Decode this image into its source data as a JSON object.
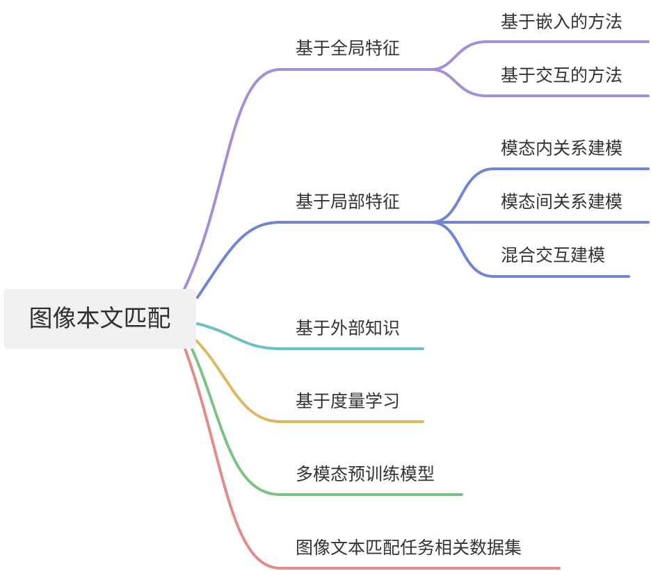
{
  "root": {
    "label": "图像本文匹配"
  },
  "branches": [
    {
      "label": "基于全局特征",
      "color": "#a58ed8",
      "children": [
        {
          "label": "基于嵌入的方法"
        },
        {
          "label": "基于交互的方法"
        }
      ]
    },
    {
      "label": "基于局部特征",
      "color": "#6f84d6",
      "children": [
        {
          "label": "模态内关系建模"
        },
        {
          "label": "模态间关系建模"
        },
        {
          "label": "混合交互建模"
        }
      ]
    },
    {
      "label": "基于外部知识",
      "color": "#6cc0c2",
      "children": []
    },
    {
      "label": "基于度量学习",
      "color": "#dcb95c",
      "children": []
    },
    {
      "label": "多模态预训练模型",
      "color": "#7cc383",
      "children": []
    },
    {
      "label": "图像文本匹配任务相关数据集",
      "color": "#e38b86",
      "children": []
    }
  ]
}
